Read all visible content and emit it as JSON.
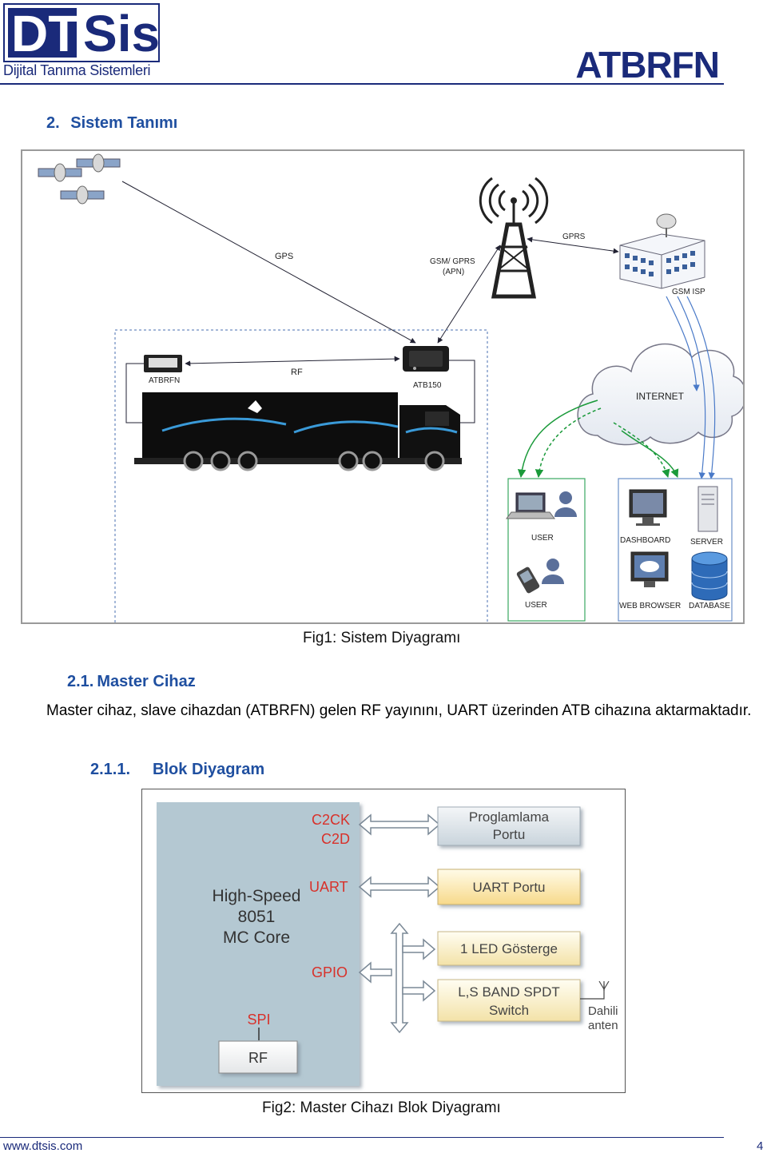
{
  "header": {
    "logo_text_dt": "DT",
    "logo_text_sis": "Sis",
    "logo_tagline": "Dijital Tanıma Sistemleri",
    "doc_title": "ATBRFN"
  },
  "section": {
    "number": "2.",
    "title": "Sistem Tanımı"
  },
  "figure1": {
    "labels": {
      "gps": "GPS",
      "gsm_gprs": "GSM/ GPRS",
      "apn": "(APN)",
      "gprs": "GPRS",
      "gsm_isp": "GSM ISP",
      "rf": "RF",
      "atbrfn": "ATBRFN",
      "atb150": "ATB150",
      "internet": "INTERNET",
      "user1": "USER",
      "user2": "USER",
      "dashboard": "DASHBOARD",
      "server": "SERVER",
      "web_browser": "WEB BROWSER",
      "database": "DATABASE"
    },
    "caption": "Fig1: Sistem Diyagramı"
  },
  "subsection": {
    "number": "2.1.",
    "title": "Master Cihaz",
    "paragraph": "Master cihaz, slave cihazdan (ATBRFN) gelen RF yayınını, UART üzerinden ATB cihazına aktarmaktadır."
  },
  "subsubsection": {
    "number": "2.1.1.",
    "title": "Blok Diyagram"
  },
  "figure2": {
    "core_line1": "High-Speed",
    "core_line2": "8051",
    "core_line3": "MC Core",
    "c2ck": "C2CK",
    "c2d": "C2D",
    "uart": "UART",
    "gpio": "GPIO",
    "spi": "SPI",
    "rf": "RF",
    "prog_line1": "Proglamlama",
    "prog_line2": "Portu",
    "uart_port": "UART Portu",
    "led": "1 LED Gösterge",
    "spdt_line1": "L,S BAND SPDT",
    "spdt_line2": "Switch",
    "antenna_line1": "Dahili",
    "antenna_line2": "anten",
    "caption": "Fig2: Master Cihazı Blok Diyagramı"
  },
  "footer": {
    "url": "www.dtsis.com",
    "page": "4"
  }
}
